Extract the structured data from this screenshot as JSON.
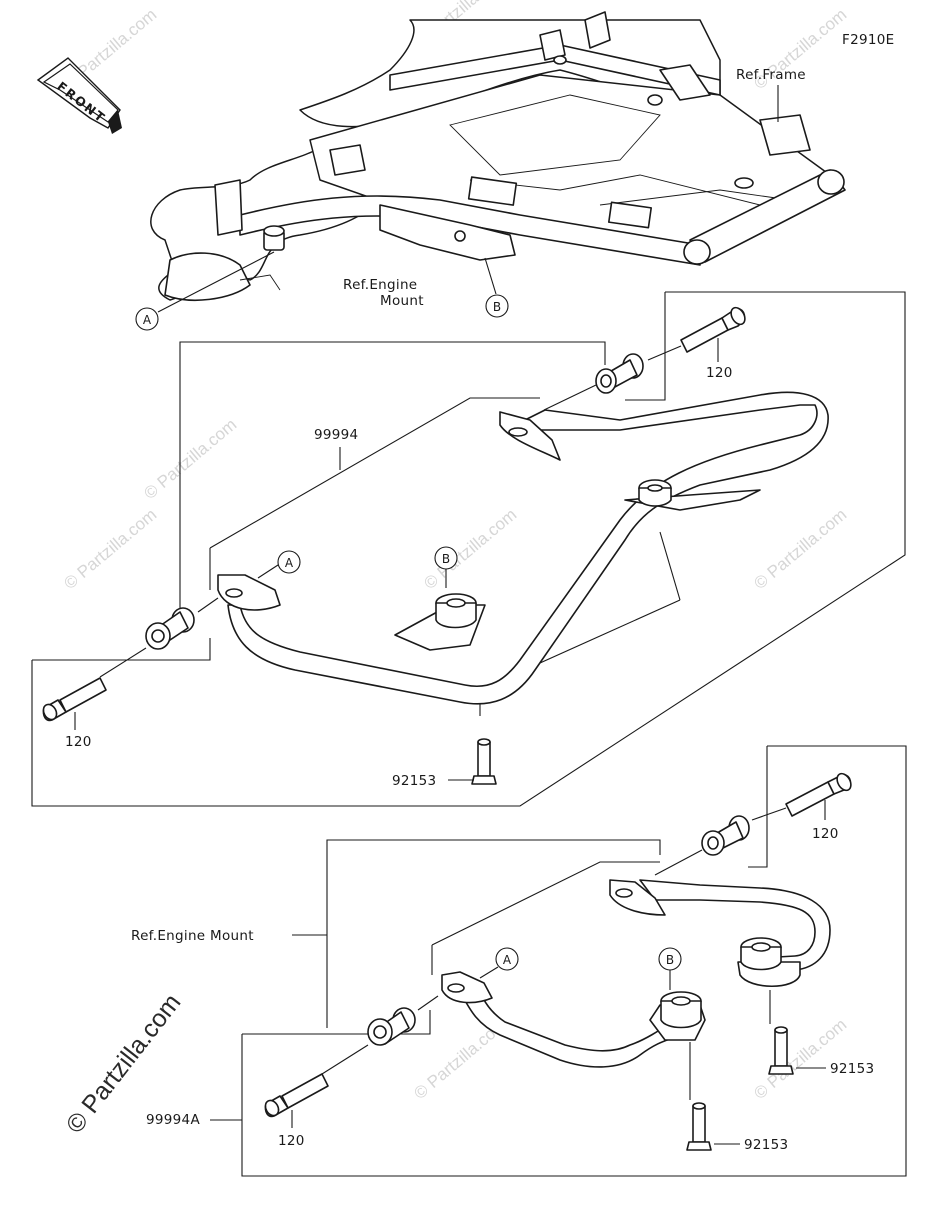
{
  "figure_code": "F2910E",
  "front_label": "FRONT",
  "ref_labels": {
    "frame": "Ref.Frame",
    "engine_mount_top_line1": "Ref.Engine",
    "engine_mount_top_line2": "Mount",
    "engine_mount_bottom": "Ref.Engine Mount"
  },
  "callouts": {
    "a": "A",
    "b": "B"
  },
  "parts": {
    "guard_assy": "99994",
    "guard_assy_alt": "99994A",
    "bolt": "120",
    "bolt_flanged": "92153"
  },
  "watermark": {
    "text": "© Partzilla.com",
    "main": "© Partzilla.com"
  }
}
